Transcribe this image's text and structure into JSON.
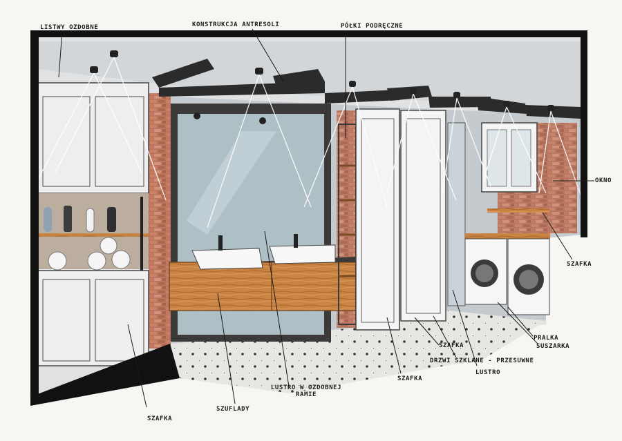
{
  "labels": {
    "listwy": "Listwy ozdobne",
    "konstrukcja": "Konstrukcja antresoli",
    "polki": "Półki podręczne",
    "okno": "Okno",
    "szafka_window": "Szafka",
    "pralka_line1": "Pralka",
    "pralka_line2": "suszarka",
    "drzwi": "Drzwi szklane - przesuwne",
    "lustro_right": "Lustro",
    "szafka_mid_right": "Szafka",
    "szafka_center": "Szafka",
    "lustro_frame_line1": "Lustro w ozdobnej",
    "lustro_frame_line2": "ramie",
    "szuflady": "Szuflady",
    "szafka_left": "Szafka"
  },
  "colors": {
    "frame": "#111111",
    "wall": "#c9cdd1",
    "brick": "#b0553a",
    "wood": "#c57e3e",
    "cabinet": "#f2f2f2",
    "beam": "#2a2a2a"
  }
}
